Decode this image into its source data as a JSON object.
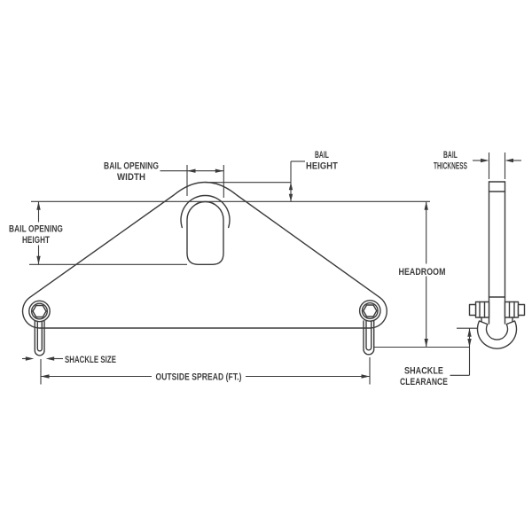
{
  "labels": {
    "bail_opening_width": [
      "BAIL OPENING",
      "WIDTH"
    ],
    "bail_height": [
      "BAIL",
      "HEIGHT"
    ],
    "bail_thickness": [
      "BAIL",
      "THICKNESS"
    ],
    "bail_opening_height": [
      "BAIL OPENING",
      "HEIGHT"
    ],
    "headroom": "HEADROOM",
    "shackle_size": "SHACKLE SIZE",
    "outside_spread": "OUTSIDE SPREAD (FT.)",
    "shackle_clearance": [
      "SHACKLE",
      "CLEARANCE"
    ]
  },
  "colors": {
    "ink": "#3b3b3b",
    "background": "#ffffff"
  }
}
